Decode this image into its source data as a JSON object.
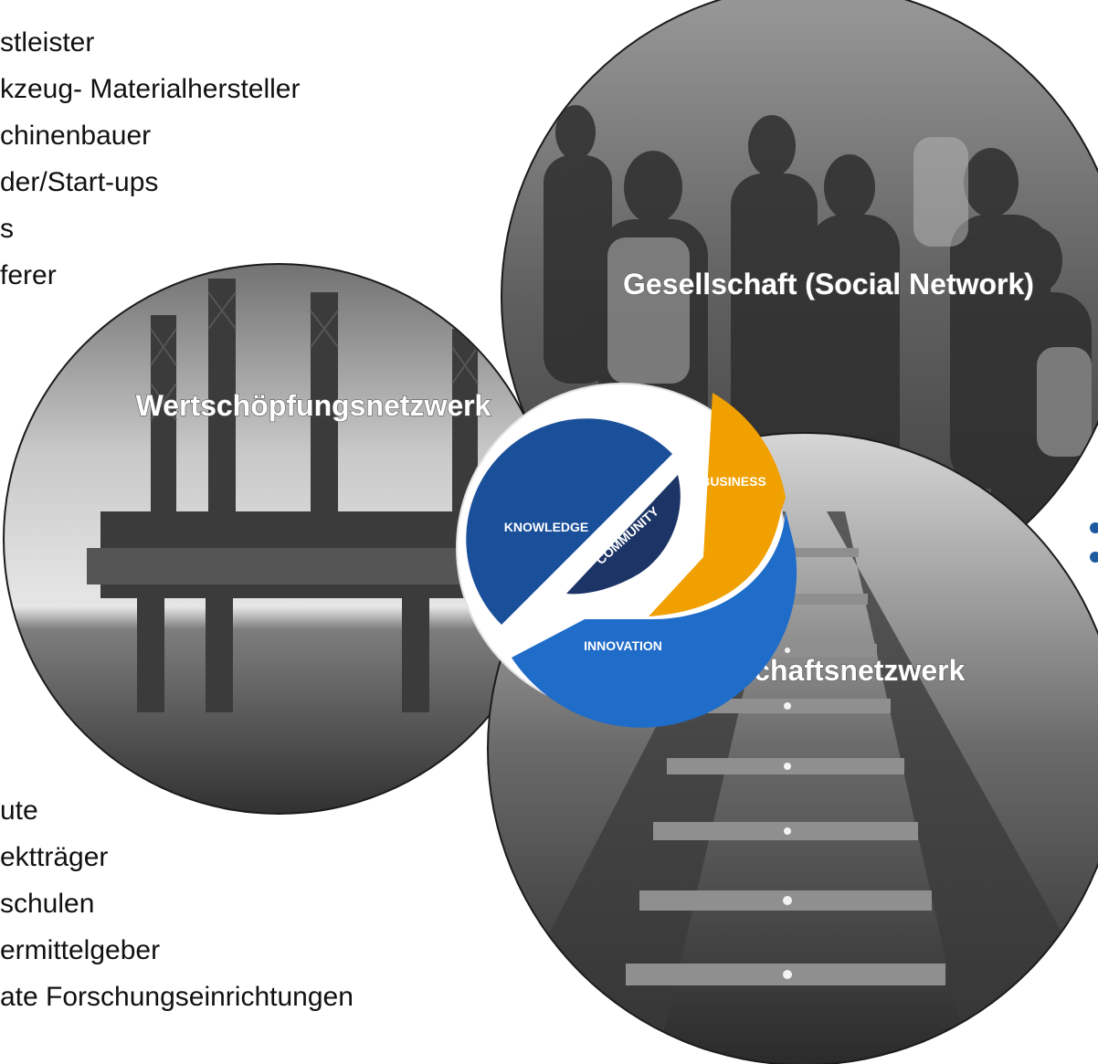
{
  "top_list": [
    "stleister",
    "kzeug- Materialhersteller",
    "chinenbauer",
    "der/Start-ups",
    "s",
    "ferer"
  ],
  "bottom_list": [
    "ute",
    "ektträger",
    "schulen",
    "ermittelgeber",
    "ate Forschungseinrichtungen"
  ],
  "circles": {
    "value_chain": "Wertschöpfungsnetzwerk",
    "social": "Gesellschaft (Social Network)",
    "science": "Wissenschaftsnetzwerk"
  },
  "logo": {
    "knowledge": "KNOWLEDGE",
    "community": "COMMUNITY",
    "business": "BUSINESS",
    "innovation": "INNOVATION"
  },
  "colors": {
    "knowledge": "#1a4f99",
    "community": "#1c3566",
    "business": "#f0a000",
    "innovation": "#1f6cc9"
  }
}
